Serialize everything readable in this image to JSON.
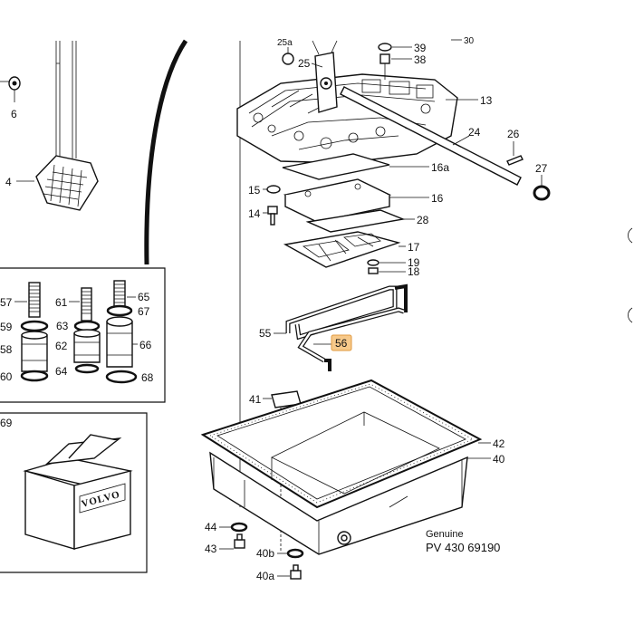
{
  "diagram": {
    "labels": {
      "l6": "6",
      "l4": "4",
      "l25a": "25a",
      "l25": "25",
      "l39": "39",
      "l38": "38",
      "l30": "30",
      "l13": "13",
      "l24": "24",
      "l26": "26",
      "l27": "27",
      "l15": "15",
      "l14": "14",
      "l16a": "16a",
      "l16": "16",
      "l28": "28",
      "l17": "17",
      "l19": "19",
      "l18": "18",
      "l57": "57",
      "l59": "59",
      "l58": "58",
      "l60": "60",
      "l61": "61",
      "l63": "63",
      "l62": "62",
      "l64": "64",
      "l65": "65",
      "l67": "67",
      "l66": "66",
      "l68": "68",
      "l55": "55",
      "l56": "56",
      "l41": "41",
      "l42": "42",
      "l40": "40",
      "l44": "44",
      "l43": "43",
      "l40b": "40b",
      "l40a": "40a",
      "l69": "69"
    },
    "box_brand": "VOLVO",
    "footer": {
      "genuine": "Genuine",
      "part_number": "PV 430 69190"
    },
    "highlighted_label": "56",
    "highlight_color": "#f7c98a"
  }
}
